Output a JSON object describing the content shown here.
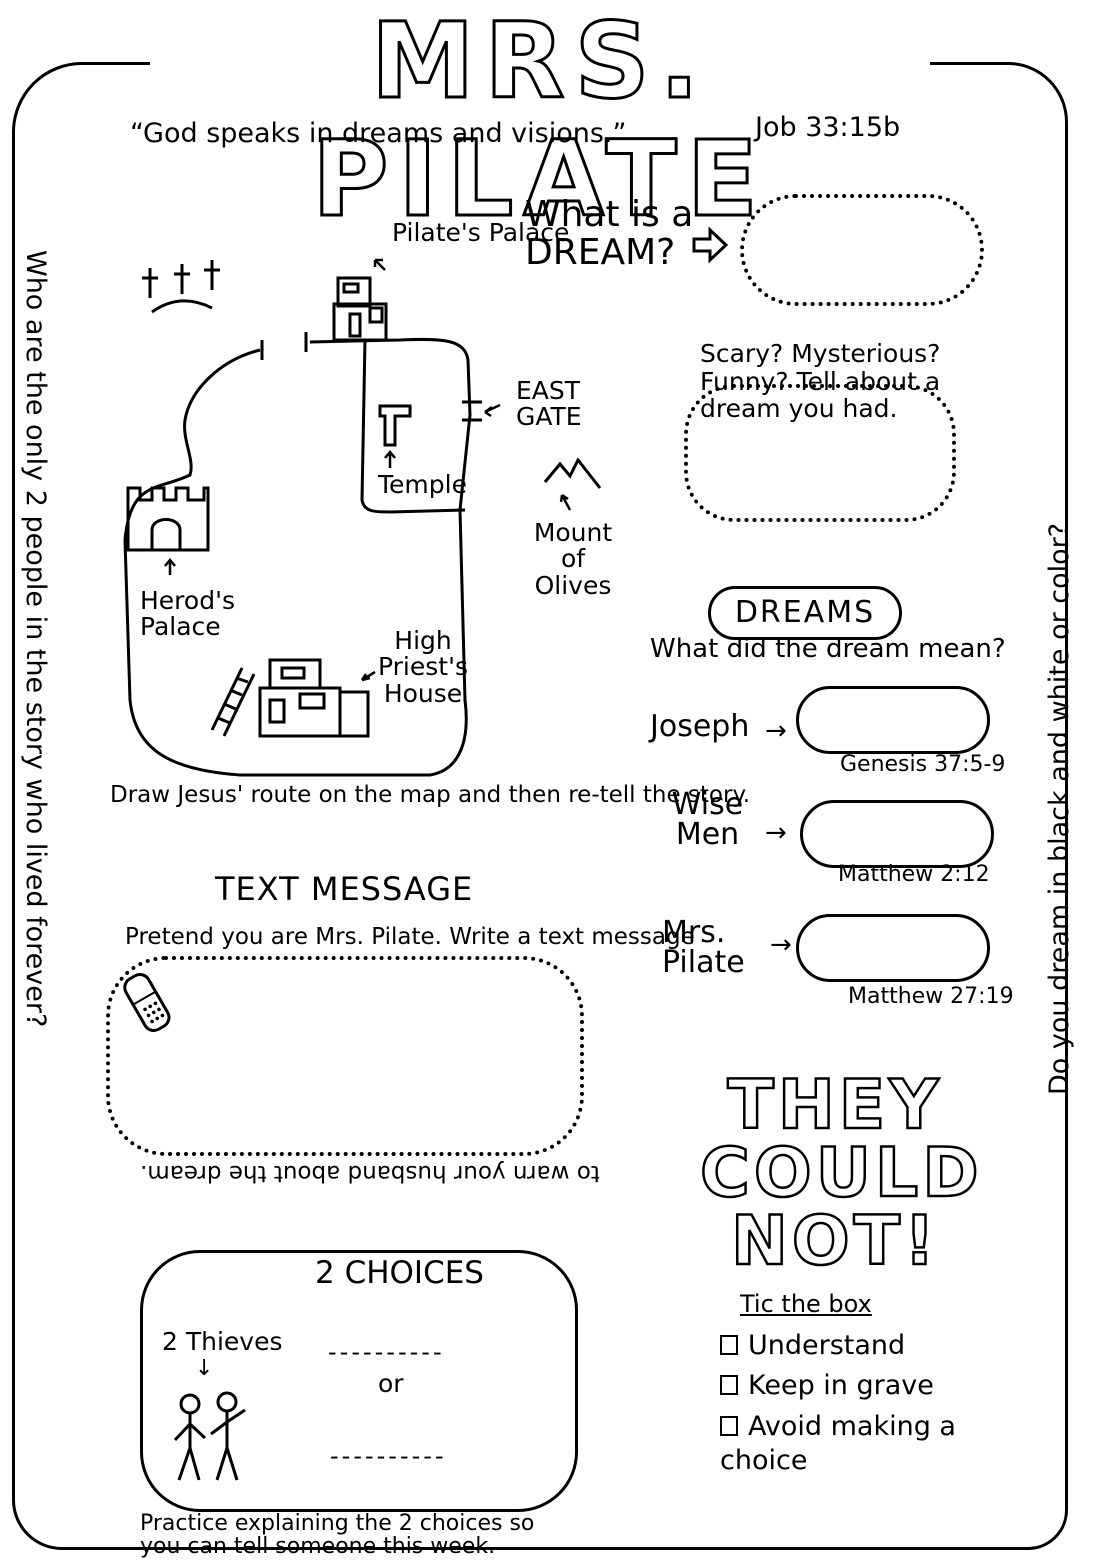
{
  "header": {
    "title": "MRS. PILATE",
    "quote": "“God speaks in dreams and visions.”",
    "reference": "Job 33:15b"
  },
  "side_text": {
    "left": "Who are the only 2 people in the story who lived forever?",
    "right": "Do you dream in black and white or color?"
  },
  "map": {
    "crosses": "✝✝✝",
    "pilates_palace": "Pilate's Palace",
    "east_gate": "EAST GATE",
    "temple": "Temple",
    "mount_of_olives": "Mount of Olives",
    "herods_palace": "Herod's Palace",
    "high_priests_house": "High Priest's House",
    "route_instruction": "Draw Jesus' route on the map and then re-tell the story."
  },
  "dream_section": {
    "question": "What is a DREAM?",
    "dream_feelings": "Scary? Mysterious? Funny? Tell about a dream you had.",
    "dreams_label": "DREAMS",
    "meaning_question": "What did the dream mean?",
    "people": [
      {
        "name": "Joseph",
        "reference": "Genesis 37:5-9"
      },
      {
        "name": "Wise Men",
        "reference": "Matthew 2:12"
      },
      {
        "name": "Mrs. Pilate",
        "reference": "Matthew 27:19"
      }
    ]
  },
  "text_message": {
    "title": "TEXT MESSAGE",
    "instruction": "Pretend you are Mrs. Pilate. Write a text message",
    "instruction_end": "to warn your husband about the dream."
  },
  "choices": {
    "title": "2 CHOICES",
    "thieves_label": "2 Thieves",
    "blank_top": "----------",
    "or_label": "or",
    "blank_bottom": "----------",
    "practice_text": "Practice explaining the 2 choices so you can tell someone this week."
  },
  "they_could_not": {
    "line1": "THEY",
    "line2": "COULD",
    "line3": "NOT!",
    "tick_title": "Tic the box",
    "options": [
      "Understand",
      "Keep in grave",
      "Avoid making a choice"
    ]
  }
}
